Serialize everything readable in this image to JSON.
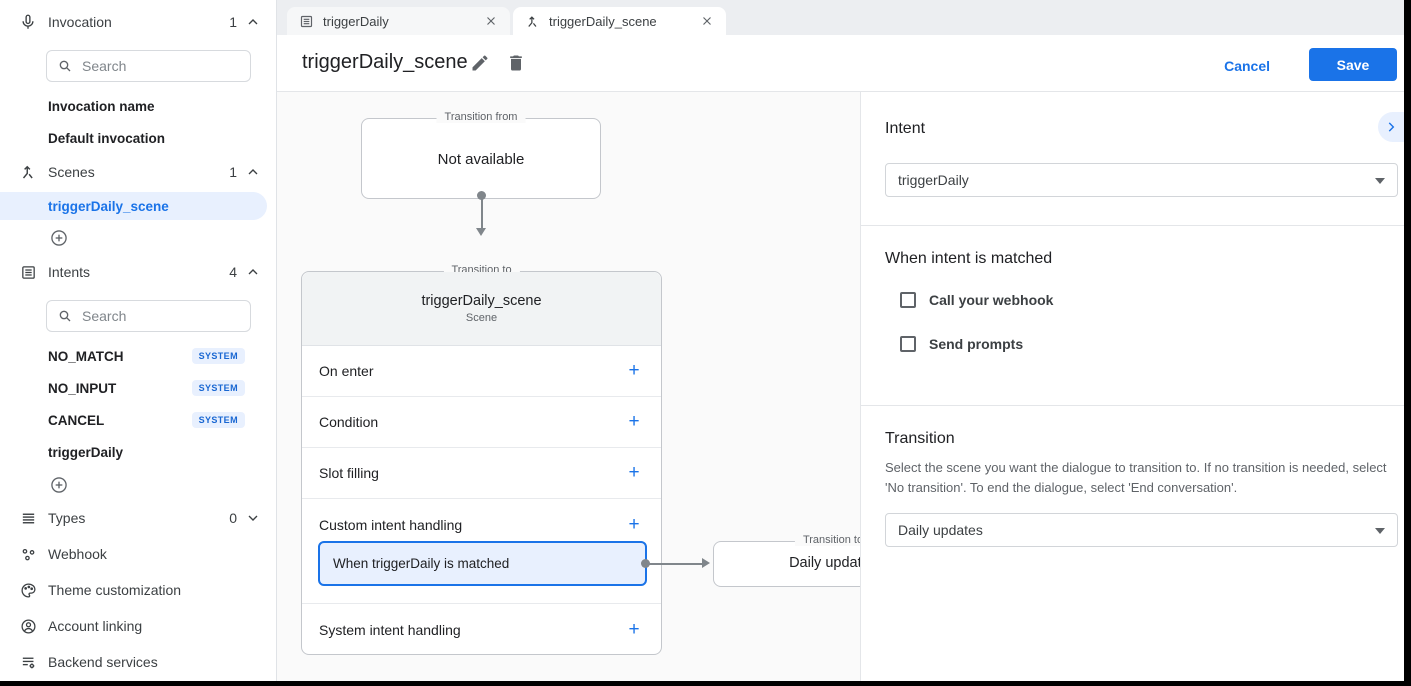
{
  "colors": {
    "accent": "#1a73e8",
    "selected_bg": "#e8f0fe",
    "badge_text": "#1967d2",
    "canvas_bg": "#fafafa"
  },
  "sidebar": {
    "invocation": {
      "label": "Invocation",
      "count": "1",
      "search_placeholder": "Search",
      "items": [
        {
          "label": "Invocation name"
        },
        {
          "label": "Default invocation"
        }
      ]
    },
    "scenes": {
      "label": "Scenes",
      "count": "1",
      "items": [
        {
          "label": "triggerDaily_scene",
          "selected": true
        }
      ]
    },
    "intents": {
      "label": "Intents",
      "count": "4",
      "search_placeholder": "Search",
      "items": [
        {
          "label": "NO_MATCH",
          "badge": "SYSTEM"
        },
        {
          "label": "NO_INPUT",
          "badge": "SYSTEM"
        },
        {
          "label": "CANCEL",
          "badge": "SYSTEM"
        },
        {
          "label": "triggerDaily",
          "badge": ""
        }
      ]
    },
    "types": {
      "label": "Types",
      "count": "0"
    },
    "links": [
      {
        "label": "Webhook"
      },
      {
        "label": "Theme customization"
      },
      {
        "label": "Account linking"
      },
      {
        "label": "Backend services"
      }
    ]
  },
  "tabs": [
    {
      "label": "triggerDaily",
      "icon": "intent-doc-icon",
      "active": false
    },
    {
      "label": "triggerDaily_scene",
      "icon": "scene-icon",
      "active": true
    }
  ],
  "header": {
    "title": "triggerDaily_scene",
    "cancel_label": "Cancel",
    "save_label": "Save"
  },
  "canvas": {
    "transition_from": {
      "legend": "Transition from",
      "text": "Not available"
    },
    "scene_card": {
      "legend": "Transition to",
      "title": "triggerDaily_scene",
      "subtitle": "Scene",
      "rows": [
        "On enter",
        "Condition",
        "Slot filling",
        "Custom intent handling",
        "System intent handling"
      ],
      "matched_chip": "When triggerDaily is matched"
    },
    "target_card": {
      "legend": "Transition to",
      "text": "Daily updates"
    }
  },
  "panel": {
    "intent_heading": "Intent",
    "intent_value": "triggerDaily",
    "matched_heading": "When intent is matched",
    "checkboxes": [
      {
        "label": "Call your webhook",
        "checked": false
      },
      {
        "label": "Send prompts",
        "checked": false
      }
    ],
    "transition_heading": "Transition",
    "transition_description": "Select the scene you want the dialogue to transition to. If no transition is needed, select 'No transition'. To end the dialogue, select 'End conversation'.",
    "transition_value": "Daily updates"
  }
}
